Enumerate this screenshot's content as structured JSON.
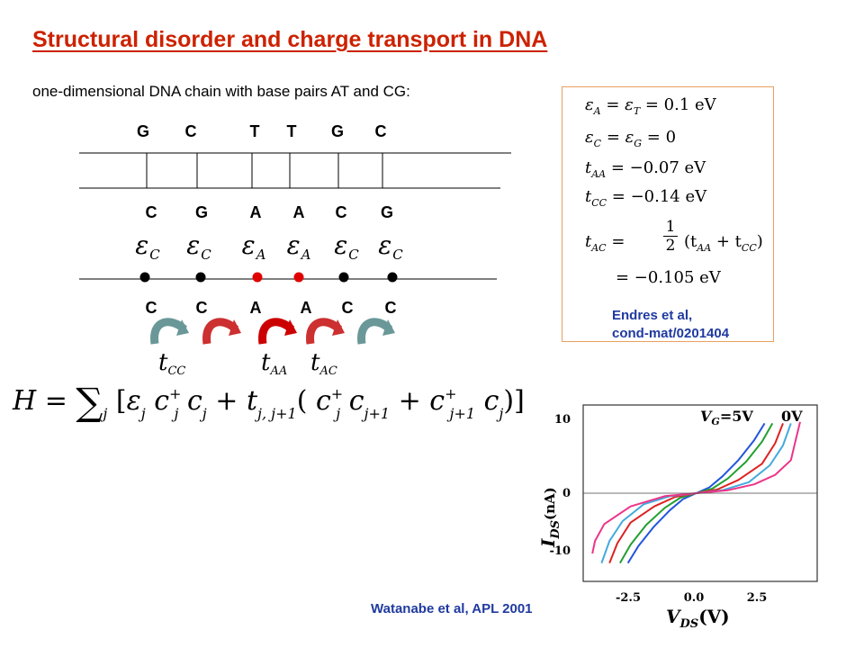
{
  "title": "Structural disorder and charge transport in DNA",
  "subtitle": "one-dimensional  DNA chain with base pairs AT and CG:",
  "strand_top": [
    "G",
    "C",
    "T",
    "T",
    "G",
    "C"
  ],
  "strand_bottom": [
    "C",
    "G",
    "A",
    "A",
    "C",
    "G"
  ],
  "sites": [
    "C",
    "C",
    "A",
    "A",
    "C",
    "C"
  ],
  "site_energy_symbol": "ε",
  "site_subscripts": [
    "C",
    "C",
    "A",
    "A",
    "C",
    "C"
  ],
  "dot_colors": [
    "#000000",
    "#000000",
    "#e00000",
    "#e00000",
    "#000000",
    "#000000"
  ],
  "arrow_colors": [
    "#6a9898",
    "#cc3030",
    "#cc0000",
    "#cc3030",
    "#6a9898"
  ],
  "hopping_labels": [
    {
      "sym": "t",
      "sub": "CC"
    },
    {
      "sym": "t",
      "sub": "AA"
    },
    {
      "sym": "t",
      "sub": "AC"
    }
  ],
  "parameters": {
    "r1": {
      "lhs": "ε",
      "lhs_sub": "A",
      "mid": " = ε",
      "mid_sub": "T",
      "rhs": " = 0.1 eV"
    },
    "r2": {
      "lhs": "ε",
      "lhs_sub": "C",
      "mid": " = ε",
      "mid_sub": "G",
      "rhs": " = 0"
    },
    "r3": {
      "lhs": "t",
      "lhs_sub": "AA",
      "rhs": " = −0.07 eV"
    },
    "r4": {
      "lhs": "t",
      "lhs_sub": "CC",
      "rhs": " = −0.14 eV"
    },
    "r5": {
      "lhs": "t",
      "lhs_sub": "AC",
      "eq": " = ",
      "frac_num": "1",
      "frac_den": "2",
      "rhs": "(t",
      "s1": "AA",
      "plus": " + t",
      "s2": "CC",
      "close": ")"
    },
    "r6": {
      "rhs": "= −0.105 eV"
    }
  },
  "citation_endres": {
    "line1": "Endres et al,",
    "line2": "cond-mat/0201404"
  },
  "citation_watanabe": "Watanabe et al, APL 2001",
  "hamiltonian": {
    "H": "H",
    "eq": " = ",
    "sum": "∑",
    "sum_sub": "j",
    "open": "[",
    "eps": "ε",
    "eps_sub": "j",
    "c1": "c",
    "c1_sup": "+",
    "c1_sub": "j",
    "c2": "c",
    "c2_sub": "j",
    "plus1": " + ",
    "t": "t",
    "t_sub": "j, j+1",
    "paren_open": "(",
    "c3": "c",
    "c3_sup": "+",
    "c3_sub": "j",
    "c4": "c",
    "c4_sub": "j+1",
    "plus2": " + ",
    "c5": "c",
    "c5_sup": "+",
    "c5_sub": "j+1",
    "c6": "c",
    "c6_sub": "j",
    "close": ")]"
  },
  "chart_data": {
    "type": "line",
    "xlabel_main": "V",
    "xlabel_sub": "DS",
    "xlabel_unit": "(V)",
    "ylabel_main": "I",
    "ylabel_sub": "DS",
    "ylabel_unit": "(nA)",
    "legend_vg": "V",
    "legend_vg_sub": "G",
    "legend_vg_val": "=5V",
    "legend_end": "0V",
    "xticks": [
      "-2.5",
      "0.0",
      "2.5"
    ],
    "yticks": [
      "10",
      "0",
      "-10"
    ],
    "xlim": [
      -4.3,
      4.6
    ],
    "ylim": [
      -12,
      12
    ],
    "series": [
      {
        "color": "#2255dd",
        "x": [
          -2.6,
          -2.2,
          -1.6,
          -1.0,
          -0.5,
          0.0,
          0.5,
          1.0,
          1.6,
          2.2,
          2.6
        ],
        "y": [
          -9.5,
          -7.2,
          -4.5,
          -2.3,
          -0.8,
          0.0,
          0.8,
          2.3,
          4.5,
          7.2,
          9.5
        ]
      },
      {
        "color": "#22a030",
        "x": [
          -2.9,
          -2.5,
          -1.9,
          -1.2,
          -0.6,
          0.0,
          0.6,
          1.2,
          1.9,
          2.5,
          2.9
        ],
        "y": [
          -9.5,
          -7.0,
          -4.3,
          -2.0,
          -0.6,
          0.0,
          0.6,
          2.0,
          4.3,
          7.0,
          9.5
        ]
      },
      {
        "color": "#dd2222",
        "x": [
          -3.3,
          -3.0,
          -2.5,
          -1.6,
          -0.8,
          0.0,
          0.8,
          1.6,
          2.5,
          3.0,
          3.3
        ],
        "y": [
          -9.5,
          -6.8,
          -4.0,
          -1.8,
          -0.5,
          0.0,
          0.5,
          1.8,
          4.0,
          6.8,
          9.5
        ]
      },
      {
        "color": "#44aadd",
        "x": [
          -3.6,
          -3.3,
          -2.8,
          -2.0,
          -1.0,
          0.0,
          1.0,
          2.0,
          2.8,
          3.3,
          3.6
        ],
        "y": [
          -9.5,
          -6.5,
          -3.8,
          -1.5,
          -0.4,
          0.0,
          0.4,
          1.5,
          3.8,
          6.5,
          9.5
        ]
      },
      {
        "color": "#ee3388",
        "x": [
          -3.95,
          -3.85,
          -3.5,
          -2.5,
          -1.2,
          0.0,
          1.2,
          2.2,
          3.0,
          3.6,
          3.8,
          3.95
        ],
        "y": [
          -8.2,
          -6.5,
          -4.2,
          -1.8,
          -0.4,
          0.0,
          0.4,
          1.2,
          2.5,
          4.5,
          7.5,
          9.7
        ]
      }
    ]
  }
}
